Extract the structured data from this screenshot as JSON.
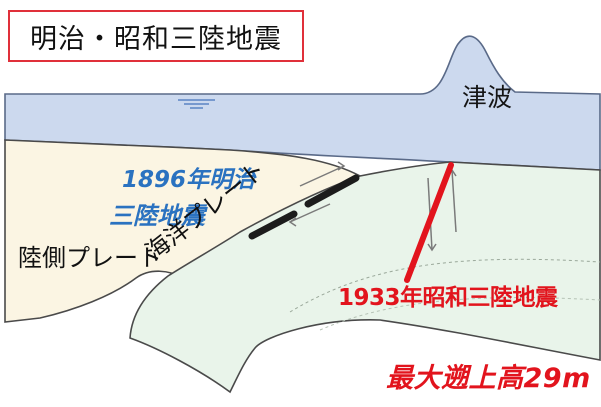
{
  "title": "明治・昭和三陸地震",
  "labels": {
    "tsunami": "津波",
    "meiji_line1": "1896年明治",
    "meiji_line2": "三陸地震",
    "continental_plate": "陸側プレート",
    "oceanic_plate": "海洋プレート",
    "showa_quake": "1933年昭和三陸地震",
    "max_runup": "最大遡上高29m"
  },
  "colors": {
    "title_border": "#e0303a",
    "sea": "#ccd9ee",
    "continental_plate": "#fbf5e3",
    "oceanic_plate": "#e9f4ea",
    "meiji_text": "#2a72c0",
    "showa_text": "#e2141d",
    "fault_rupture": "#e2141d",
    "meiji_rupture": "#1c1c1c"
  }
}
